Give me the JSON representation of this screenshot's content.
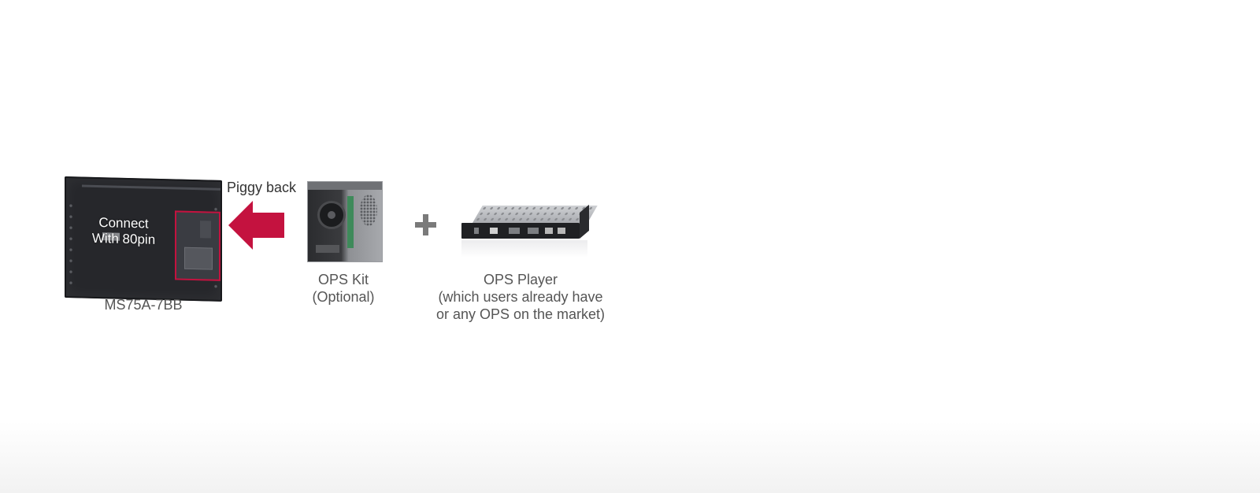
{
  "display": {
    "overlay_text_line1": "Connect",
    "overlay_text_line2": "With 80pin",
    "caption": "MS75A-7BB",
    "highlight_color": "#c4123f"
  },
  "arrow": {
    "label": "Piggy back",
    "direction": "left",
    "color": "#c4123f",
    "icon": "arrow-left-icon"
  },
  "ops_kit": {
    "caption_line1": "OPS Kit",
    "caption_line2": "(Optional)"
  },
  "plus": {
    "icon": "plus-icon",
    "color": "#7a7a7a"
  },
  "ops_player": {
    "caption_line1": "OPS Player",
    "caption_line2": "(which users already have",
    "caption_line3": "or any OPS on the market)"
  }
}
